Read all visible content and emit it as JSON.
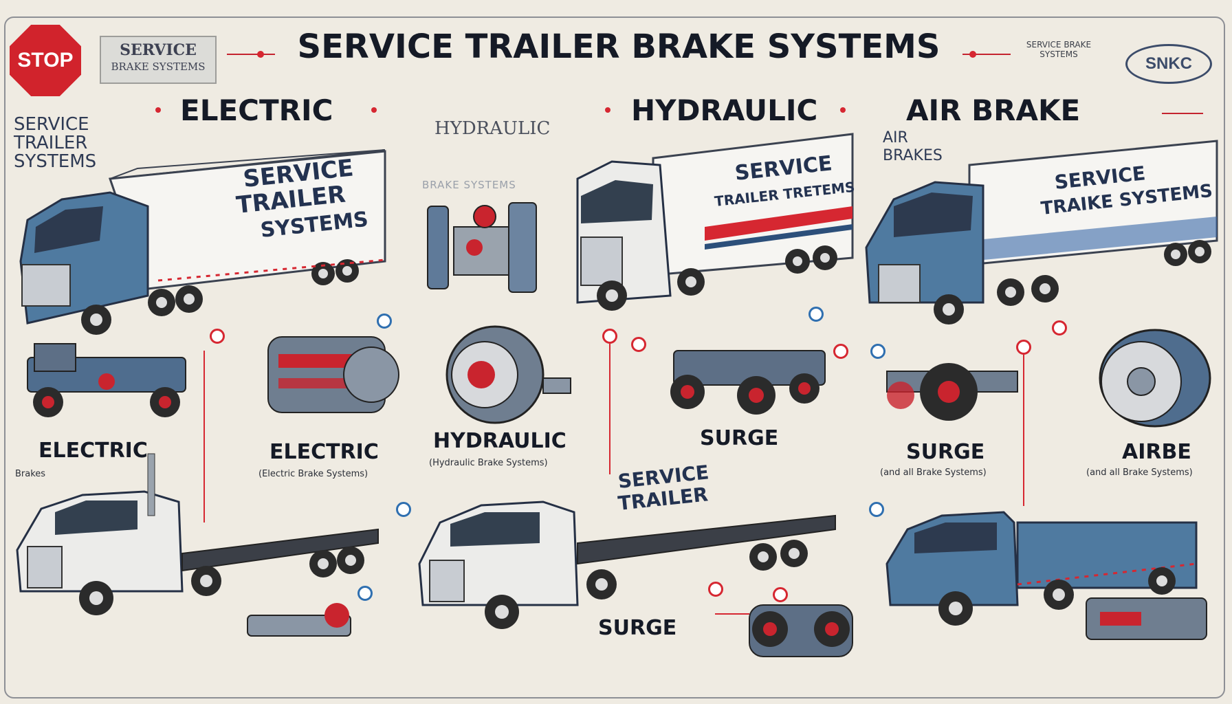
{
  "title": "SERVICE TRAILER BRAKE SYSTEMS",
  "stop_sign": "STOP",
  "top_left_stamp": {
    "line1": "SERVICE",
    "line2": "BRAKE SYSTEMS"
  },
  "top_right_stamp": {
    "line1": "SERVICE BRAKE",
    "line2": "SYSTEMS"
  },
  "logo": "SNKC",
  "headers": [
    "ELECTRIC",
    "HYDRAULIC",
    "AIR BRAKE"
  ],
  "side_label": [
    "SERVICE",
    "TRAILER",
    "SYSTEMS"
  ],
  "hydraulic_sub": {
    "title": "HYDRAULIC",
    "line3": "BRAKE SYSTEMS"
  },
  "air_sub": [
    "AIR",
    "BRAKES"
  ],
  "truck_texts": {
    "t1": [
      "SERVICE",
      "TRAILER",
      "SYSTEMS"
    ],
    "t2": [
      "SERVICE",
      "TRAILER TRETEMS"
    ],
    "t3": [
      "SERVICE",
      "TRAIKE SYSTEMS"
    ],
    "t5": [
      "SERVICE",
      "TRAILER"
    ]
  },
  "labels": [
    {
      "title": "ELECTRIC",
      "sub": "Brakes"
    },
    {
      "title": "ELECTRIC",
      "sub": "(Electric Brake Systems)"
    },
    {
      "title": "HYDRAULIC",
      "sub": "(Hydraulic Brake Systems)"
    },
    {
      "title": "SURGE",
      "sub": ""
    },
    {
      "title": "SURGE",
      "sub": "(and all Brake Systems)"
    },
    {
      "title": "AIRBE",
      "sub": "(and all Brake Systems)"
    }
  ],
  "surge_bottom": "SURGE",
  "colors": {
    "accent_red": "#d62731",
    "truck_blue": "#4f7aa0",
    "ink": "#151a26",
    "bg": "#efebe2"
  }
}
